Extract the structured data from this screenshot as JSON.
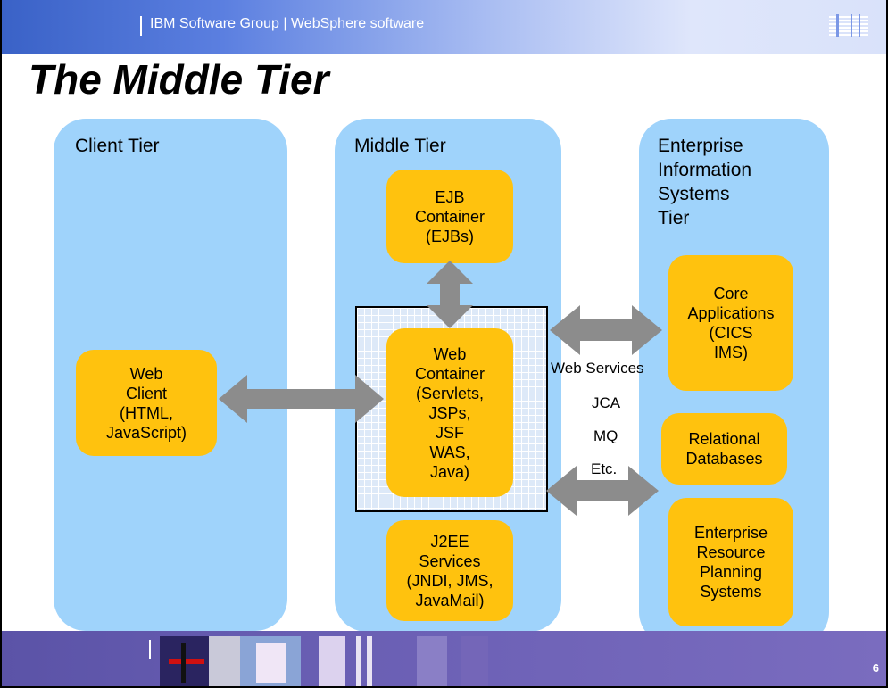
{
  "header": {
    "group": "IBM Software Group | WebSphere software",
    "logo": "IBM"
  },
  "title": "The Middle Tier",
  "tiers": {
    "client": {
      "label": "Client Tier"
    },
    "middle": {
      "label": "Middle Tier"
    },
    "eis": {
      "label": "Enterprise\nInformation\nSystems\nTier"
    }
  },
  "boxes": {
    "web_client": "Web\nClient\n(HTML,\nJavaScript)",
    "ejb_container": "EJB\nContainer\n(EJBs)",
    "web_container": "Web\nContainer\n(Servlets,\nJSPs,\nJSF\nWAS,\nJava)",
    "j2ee_services": "J2EE\nServices\n(JNDI, JMS,\nJavaMail)",
    "core_apps": "Core\nApplications\n(CICS\nIMS)",
    "relational_db": "Relational\nDatabases",
    "erp": "Enterprise\nResource\nPlanning\nSystems"
  },
  "protocols": [
    "Web Services",
    "JCA",
    "MQ",
    "Etc."
  ],
  "footer": {
    "page_number": "6"
  },
  "colors": {
    "tier_fill": "#9fd3fb",
    "box_fill": "#ffc20e",
    "arrow_fill": "#8c8c8c",
    "header_blue": "#3a62c7",
    "footer_purple": "#5b53a7"
  }
}
